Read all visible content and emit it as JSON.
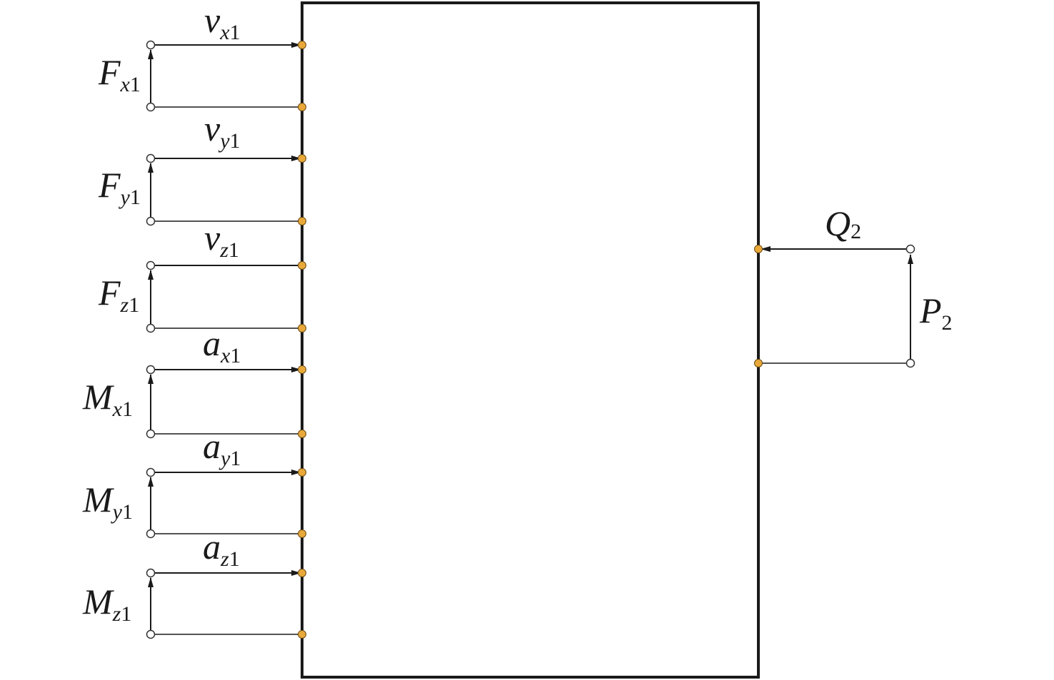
{
  "colors": {
    "line": "#1a1a1a",
    "node_fill": "#e8a93a",
    "node_stroke": "#6b4a10",
    "open_fill": "#ffffff",
    "open_stroke": "#333333",
    "block_border": "#1a1a1a"
  },
  "left_ports": [
    {
      "flow": {
        "sym": "v",
        "sub": "x",
        "num": "1"
      },
      "effort": {
        "sym": "F",
        "sub": "x",
        "num": "1"
      }
    },
    {
      "flow": {
        "sym": "v",
        "sub": "y",
        "num": "1"
      },
      "effort": {
        "sym": "F",
        "sub": "y",
        "num": "1"
      }
    },
    {
      "flow": {
        "sym": "v",
        "sub": "z",
        "num": "1"
      },
      "effort": {
        "sym": "F",
        "sub": "z",
        "num": "1"
      }
    },
    {
      "flow": {
        "sym": "a",
        "sub": "x",
        "num": "1"
      },
      "effort": {
        "sym": "M",
        "sub": "x",
        "num": "1"
      }
    },
    {
      "flow": {
        "sym": "a",
        "sub": "y",
        "num": "1"
      },
      "effort": {
        "sym": "M",
        "sub": "y",
        "num": "1"
      }
    },
    {
      "flow": {
        "sym": "a",
        "sub": "z",
        "num": "1"
      },
      "effort": {
        "sym": "M",
        "sub": "z",
        "num": "1"
      }
    }
  ],
  "right_port": {
    "flow": {
      "sym": "Q",
      "sub": "",
      "num": "2"
    },
    "effort": {
      "sym": "P",
      "sub": "",
      "num": "2"
    }
  }
}
